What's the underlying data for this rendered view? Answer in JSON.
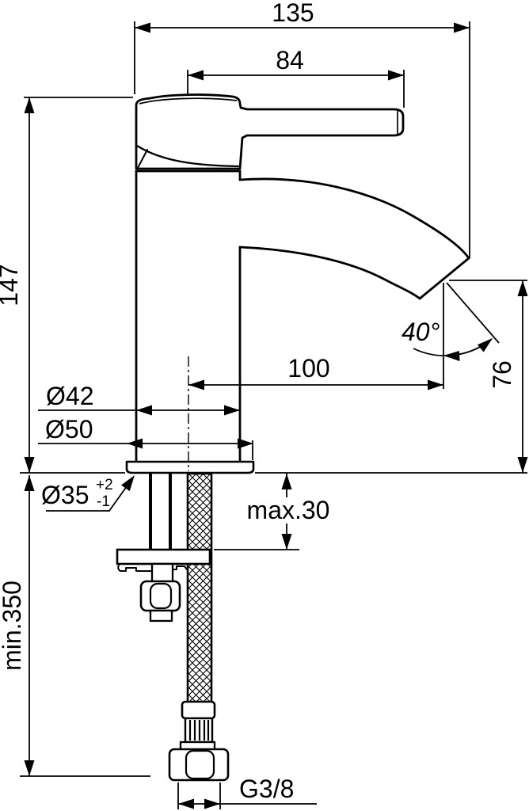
{
  "drawing": {
    "labels": {
      "overall_width": "135",
      "handle_length": "84",
      "body_height": "147",
      "body_diameter": "Ø42",
      "base_diameter": "Ø50",
      "hole_diameter": "Ø35",
      "hole_tol_plus": "+2",
      "hole_tol_minus": "-1",
      "spout_angle": "40°",
      "spout_reach": "100",
      "spout_height": "76",
      "deck_thickness_max": "max.30",
      "hose_length_min": "min.350",
      "thread_size": "G3/8"
    }
  }
}
